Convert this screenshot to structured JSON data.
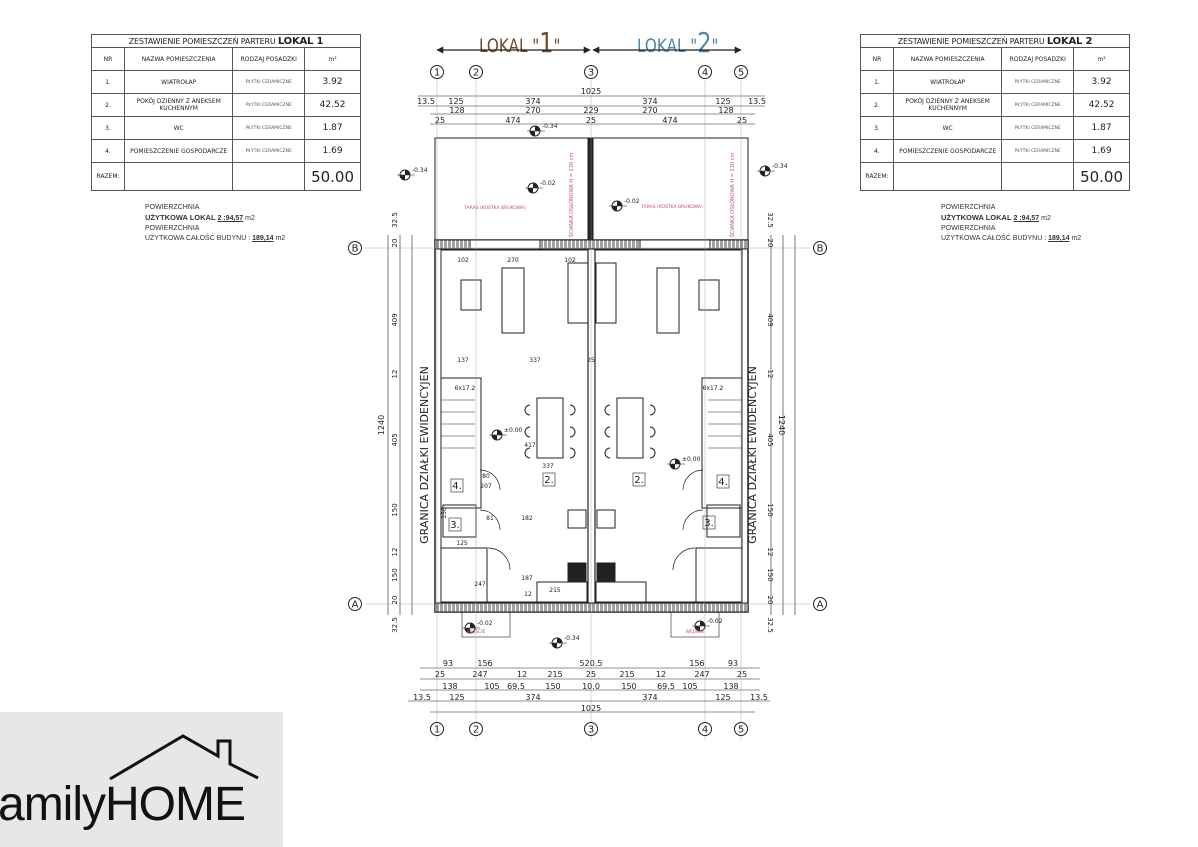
{
  "header": {
    "lokal1": {
      "prefix": "LOKAL \"",
      "num": "1",
      "suffix": "\"",
      "color": "#6e4a2c"
    },
    "lokal2": {
      "prefix": "LOKAL \"",
      "num": "2",
      "suffix": "\"",
      "color": "#4d86a8"
    }
  },
  "tables": [
    {
      "title": "ZESTAWIENIE POMIESZCZEŃ PARTERU ",
      "title_bold": "LOKAL 1",
      "headers": [
        "NR",
        "NAZWA POMIESZCZENIA",
        "RODZAJ POSADZKI",
        "m²"
      ],
      "rows": [
        [
          "1.",
          "WIATROŁAP",
          "PŁYTKI CERAMICZNE",
          "3.92"
        ],
        [
          "2.",
          "POKÓJ DZIENNY Z ANEKSEM KUCHENNYM",
          "PŁYTKI CERAMICZNE",
          "42.52"
        ],
        [
          "3.",
          "WC",
          "PŁYTKI CERAMICZNE",
          "1.87"
        ],
        [
          "4.",
          "POMIESZCZENIE GOSPODARCZE",
          "PŁYTKI CERAMICZNE",
          "1.69"
        ]
      ],
      "total_label": "RAZEM:",
      "total": "50.00"
    },
    {
      "title": "ZESTAWIENIE POMIESZCZEŃ PARTERU ",
      "title_bold": "LOKAL 2",
      "headers": [
        "NR",
        "NAZWA POMIESZCZENIA",
        "RODZAJ POSADZKI",
        "m²"
      ],
      "rows": [
        [
          "1.",
          "WIATROŁAP",
          "PŁYTKI CERAMICZNE",
          "3.92"
        ],
        [
          "2.",
          "POKÓJ DZIENNY Z ANEKSEM KUCHENNYM",
          "PŁYTKI CERAMICZNE",
          "42.52"
        ],
        [
          "3.",
          "WC",
          "PŁYTKI CERAMICZNE",
          "1.87"
        ],
        [
          "4.",
          "POMIESZCZENIE GOSPODARCZE",
          "PŁYTKI CERAMICZNE",
          "1.69"
        ]
      ],
      "total_label": "RAZEM:",
      "total": "50.00"
    }
  ],
  "notes": {
    "line1": "POWIERZCHNIA",
    "line2_label": "UŻYTKOWA LOKAL ",
    "line2_num": "2",
    "line2_value": " :94,57",
    "line2_unit": " m2",
    "line3": "POWIERZCHNIA",
    "line4_label": "UŻYTKOWA CAŁOŚĆ BUDYNU : ",
    "line4_value": "189,14",
    "line4_unit": " m2"
  },
  "axes": {
    "vertical": [
      "1",
      "2",
      "3",
      "4",
      "5"
    ],
    "horizontal": [
      "B",
      "A"
    ]
  },
  "dimensions": {
    "top_total": "1025",
    "top_row1": [
      "13.5",
      "125",
      "374",
      "374",
      "125",
      "13.5"
    ],
    "top_row2": [
      "128",
      "270",
      "229",
      "270",
      "128"
    ],
    "top_row3": [
      "25",
      "474",
      "25",
      "474",
      "25"
    ],
    "bottom_row1": [
      "93",
      "156",
      "520.5",
      "156",
      "93"
    ],
    "bottom_row2": [
      "25",
      "247",
      "12",
      "215",
      "25",
      "215",
      "12",
      "247",
      "25"
    ],
    "bottom_row3": [
      "138",
      "105",
      "69.5",
      "150",
      "10.0",
      "150",
      "69.5",
      "105",
      "138"
    ],
    "bottom_row4": [
      "13.5",
      "125",
      "374",
      "374",
      "125",
      "13.5"
    ],
    "bottom_total": "1025",
    "side_total": "1240",
    "side_parts": [
      "32.5",
      "20",
      "409",
      "12",
      "405",
      "150",
      "12",
      "150",
      "20",
      "32.5"
    ],
    "inner": [
      "137",
      "337",
      "25",
      "102",
      "270",
      "102",
      "337",
      "417",
      "182",
      "187",
      "247",
      "12",
      "215",
      "80",
      "207",
      "81",
      "150",
      "125"
    ]
  },
  "elevations": {
    "terrace_top": "-0.34",
    "outside_left": "-0.34",
    "outside_right": "-0.34",
    "terrace1": "-0.02",
    "terrace2": "-0.02",
    "interior1": "±0.00",
    "interior2": "±0.00",
    "entry1": "-0.02",
    "entry2": "-0.02",
    "front": "-0.34"
  },
  "rooms": [
    "2.",
    "2.",
    "3.",
    "3.",
    "4.",
    "4."
  ],
  "plan_labels": {
    "boundary": "GRANICA DZIAŁKI EWIDENCYJEN",
    "terrace": "TARAS (KOSTKA BRUKOWA)",
    "screen_wall": "ŚCIANKA OSŁONOWA H = 230 cm",
    "stair_note": "6x17.2",
    "entrance": "WEJŚCIE",
    "colors": {
      "line": "#222222",
      "pink": "#c0506e",
      "wall_hatch": "#444444"
    }
  },
  "logo": {
    "text": "amilyHOME",
    "bg": "#e6e7e7"
  }
}
